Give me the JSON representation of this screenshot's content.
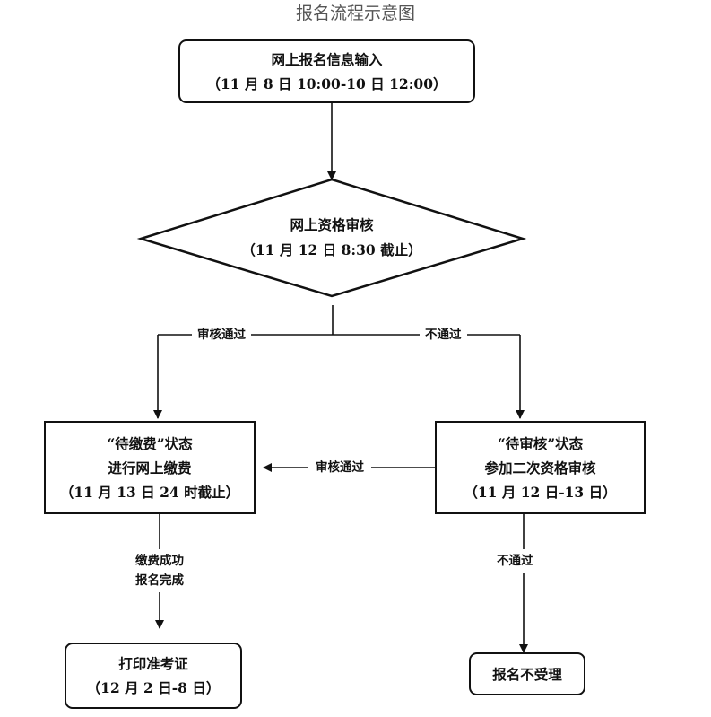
{
  "title": "报名流程示意图",
  "nodes": {
    "input": {
      "line1": "网上报名信息输入",
      "line2": "（11 月 8 日 10:00-10 日 12:00）"
    },
    "review": {
      "line1": "网上资格审核",
      "line2": "（11 月 12 日 8:30 截止）"
    },
    "pending_payment": {
      "line1": "“待缴费”状态",
      "line2": "进行网上缴费",
      "line3": "（11 月 13 日 24 时截止）"
    },
    "pending_review": {
      "line1": "“待审核”状态",
      "line2": "参加二次资格审核",
      "line3": "（11 月 12 日-13 日）"
    },
    "print_ticket": {
      "line1": "打印准考证",
      "line2": "（12 月 2 日-8 日）"
    },
    "rejected": {
      "line1": "报名不受理"
    }
  },
  "edges": {
    "review_pass": "审核通过",
    "review_fail": "不通过",
    "second_pass": "审核通过",
    "payment_done_1": "缴费成功",
    "payment_done_2": "报名完成",
    "second_fail": "不通过"
  }
}
